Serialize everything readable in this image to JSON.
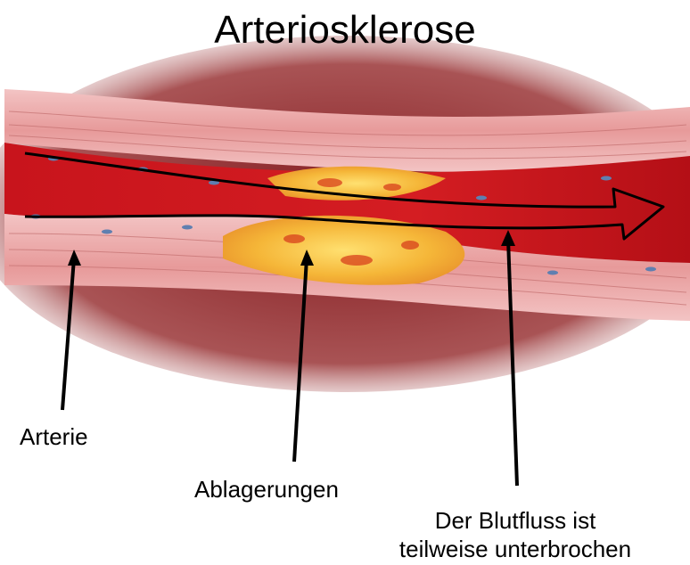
{
  "title": "Arteriosklerose",
  "labels": {
    "artery": "Arterie",
    "deposits": "Ablagerungen",
    "blood_flow_line1": "Der Blutfluss ist",
    "blood_flow_line2": "teilweise unterbrochen"
  },
  "colors": {
    "artery_wall": "#e8a0a0",
    "blood": "#c4121a",
    "plaque": "#f2c23a",
    "arrow": "#000000"
  }
}
